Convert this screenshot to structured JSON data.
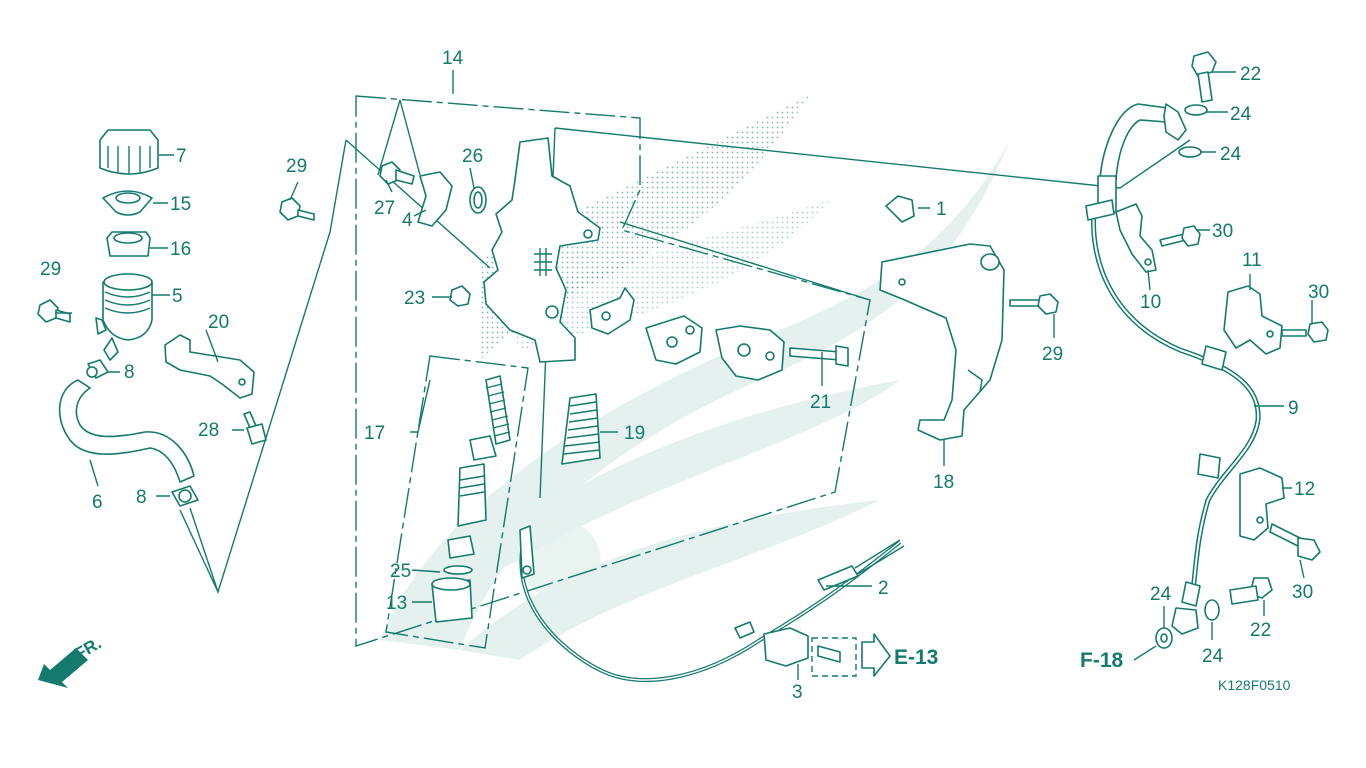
{
  "diagram": {
    "figure_code": "K128F0510",
    "direction_label": "FR.",
    "references": [
      "E-13",
      "F-18"
    ],
    "callouts": [
      {
        "id": "p1",
        "text": "1"
      },
      {
        "id": "p2",
        "text": "2"
      },
      {
        "id": "p3",
        "text": "3"
      },
      {
        "id": "p4",
        "text": "4"
      },
      {
        "id": "p5",
        "text": "5"
      },
      {
        "id": "p6",
        "text": "6"
      },
      {
        "id": "p7",
        "text": "7"
      },
      {
        "id": "p8a",
        "text": "8"
      },
      {
        "id": "p8b",
        "text": "8"
      },
      {
        "id": "p9",
        "text": "9"
      },
      {
        "id": "p10",
        "text": "10"
      },
      {
        "id": "p11",
        "text": "11"
      },
      {
        "id": "p12",
        "text": "12"
      },
      {
        "id": "p13",
        "text": "13"
      },
      {
        "id": "p14",
        "text": "14"
      },
      {
        "id": "p15",
        "text": "15"
      },
      {
        "id": "p16",
        "text": "16"
      },
      {
        "id": "p17",
        "text": "17"
      },
      {
        "id": "p18",
        "text": "18"
      },
      {
        "id": "p19",
        "text": "19"
      },
      {
        "id": "p20",
        "text": "20"
      },
      {
        "id": "p21",
        "text": "21"
      },
      {
        "id": "p22a",
        "text": "22"
      },
      {
        "id": "p22b",
        "text": "22"
      },
      {
        "id": "p23",
        "text": "23"
      },
      {
        "id": "p24a",
        "text": "24"
      },
      {
        "id": "p24b",
        "text": "24"
      },
      {
        "id": "p24c",
        "text": "24"
      },
      {
        "id": "p24d",
        "text": "24"
      },
      {
        "id": "p25",
        "text": "25"
      },
      {
        "id": "p26",
        "text": "26"
      },
      {
        "id": "p27",
        "text": "27"
      },
      {
        "id": "p28",
        "text": "28"
      },
      {
        "id": "p29a",
        "text": "29"
      },
      {
        "id": "p29b",
        "text": "29"
      },
      {
        "id": "p29c",
        "text": "29"
      },
      {
        "id": "p30a",
        "text": "30"
      },
      {
        "id": "p30b",
        "text": "30"
      },
      {
        "id": "p30c",
        "text": "30"
      }
    ]
  },
  "colors": {
    "ink": "#147a6e",
    "watermark": "#e4f1ee",
    "background": "#ffffff"
  },
  "icons": {
    "direction": "front-arrow-icon",
    "reference": "arrow-right-icon"
  }
}
